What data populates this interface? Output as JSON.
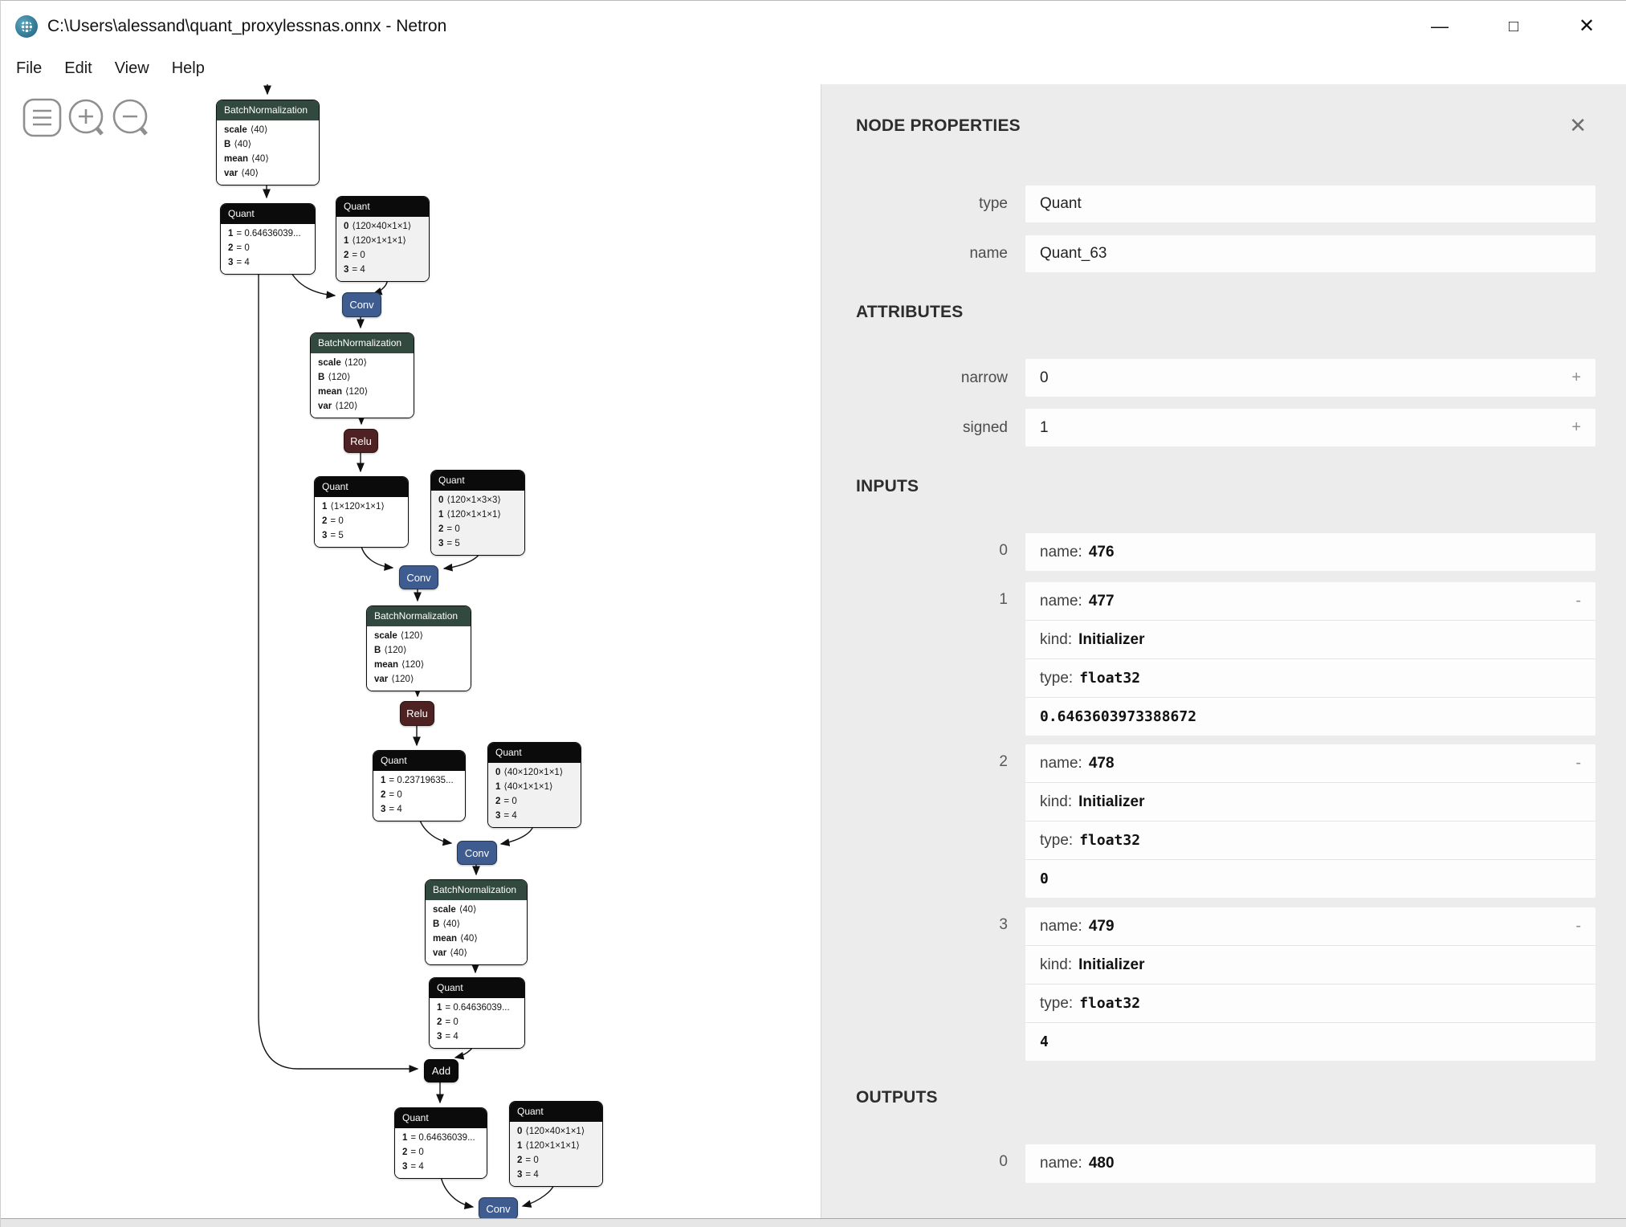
{
  "window": {
    "title": "C:\\Users\\alessand\\quant_proxylessnas.onnx - Netron",
    "minimize_glyph": "—",
    "maximize_glyph": "□",
    "close_glyph": "✕"
  },
  "menu": {
    "items": [
      "File",
      "Edit",
      "View",
      "Help"
    ]
  },
  "toolbar": {
    "icons": [
      "menu-icon",
      "zoom-in-icon",
      "zoom-out-icon"
    ]
  },
  "graph": {
    "nodes": [
      {
        "type": "BatchNormalization",
        "rows": [
          {
            "k": "scale",
            "v": "⟨40⟩"
          },
          {
            "k": "B",
            "v": "⟨40⟩"
          },
          {
            "k": "mean",
            "v": "⟨40⟩"
          },
          {
            "k": "var",
            "v": "⟨40⟩"
          }
        ]
      },
      {
        "type": "Quant",
        "rows": [
          {
            "k": "1",
            "v": "= 0.64636039..."
          },
          {
            "k": "2",
            "v": "= 0"
          },
          {
            "k": "3",
            "v": "= 4"
          }
        ]
      },
      {
        "type": "Quant",
        "rows": [
          {
            "k": "0",
            "v": "⟨120×40×1×1⟩"
          },
          {
            "k": "1",
            "v": "⟨120×1×1×1⟩"
          },
          {
            "k": "2",
            "v": "= 0"
          },
          {
            "k": "3",
            "v": "= 4"
          }
        ]
      },
      {
        "type": "BatchNormalization",
        "rows": [
          {
            "k": "scale",
            "v": "⟨120⟩"
          },
          {
            "k": "B",
            "v": "⟨120⟩"
          },
          {
            "k": "mean",
            "v": "⟨120⟩"
          },
          {
            "k": "var",
            "v": "⟨120⟩"
          }
        ]
      },
      {
        "type": "Quant",
        "rows": [
          {
            "k": "1",
            "v": "⟨1×120×1×1⟩"
          },
          {
            "k": "2",
            "v": "= 0"
          },
          {
            "k": "3",
            "v": "= 5"
          }
        ]
      },
      {
        "type": "Quant",
        "rows": [
          {
            "k": "0",
            "v": "⟨120×1×3×3⟩"
          },
          {
            "k": "1",
            "v": "⟨120×1×1×1⟩"
          },
          {
            "k": "2",
            "v": "= 0"
          },
          {
            "k": "3",
            "v": "= 5"
          }
        ]
      },
      {
        "type": "BatchNormalization",
        "rows": [
          {
            "k": "scale",
            "v": "⟨120⟩"
          },
          {
            "k": "B",
            "v": "⟨120⟩"
          },
          {
            "k": "mean",
            "v": "⟨120⟩"
          },
          {
            "k": "var",
            "v": "⟨120⟩"
          }
        ]
      },
      {
        "type": "Quant",
        "rows": [
          {
            "k": "1",
            "v": "= 0.23719635..."
          },
          {
            "k": "2",
            "v": "= 0"
          },
          {
            "k": "3",
            "v": "= 4"
          }
        ]
      },
      {
        "type": "Quant",
        "rows": [
          {
            "k": "0",
            "v": "⟨40×120×1×1⟩"
          },
          {
            "k": "1",
            "v": "⟨40×1×1×1⟩"
          },
          {
            "k": "2",
            "v": "= 0"
          },
          {
            "k": "3",
            "v": "= 4"
          }
        ]
      },
      {
        "type": "BatchNormalization",
        "rows": [
          {
            "k": "scale",
            "v": "⟨40⟩"
          },
          {
            "k": "B",
            "v": "⟨40⟩"
          },
          {
            "k": "mean",
            "v": "⟨40⟩"
          },
          {
            "k": "var",
            "v": "⟨40⟩"
          }
        ]
      },
      {
        "type": "Quant",
        "rows": [
          {
            "k": "1",
            "v": "= 0.64636039..."
          },
          {
            "k": "2",
            "v": "= 0"
          },
          {
            "k": "3",
            "v": "= 4"
          }
        ]
      },
      {
        "type": "Quant",
        "rows": [
          {
            "k": "1",
            "v": "= 0.64636039..."
          },
          {
            "k": "2",
            "v": "= 0"
          },
          {
            "k": "3",
            "v": "= 4"
          }
        ]
      },
      {
        "type": "Quant",
        "rows": [
          {
            "k": "0",
            "v": "⟨120×40×1×1⟩"
          },
          {
            "k": "1",
            "v": "⟨120×1×1×1⟩"
          },
          {
            "k": "2",
            "v": "= 0"
          },
          {
            "k": "3",
            "v": "= 4"
          }
        ]
      }
    ],
    "ops": [
      {
        "label": "Conv"
      },
      {
        "label": "Relu"
      },
      {
        "label": "Conv"
      },
      {
        "label": "Relu"
      },
      {
        "label": "Conv"
      },
      {
        "label": "Add"
      },
      {
        "label": "Conv"
      }
    ]
  },
  "panel": {
    "title": "NODE PROPERTIES",
    "close_glyph": "✕",
    "properties": [
      {
        "label": "type",
        "value": "Quant"
      },
      {
        "label": "name",
        "value": "Quant_63"
      }
    ],
    "attributes_title": "ATTRIBUTES",
    "attributes": [
      {
        "label": "narrow",
        "value": "0",
        "expander": "+"
      },
      {
        "label": "signed",
        "value": "1",
        "expander": "+"
      }
    ],
    "inputs_title": "INPUTS",
    "inputs": [
      {
        "index": "0",
        "name_label": "name:",
        "name": "476"
      },
      {
        "index": "1",
        "name_label": "name:",
        "name": "477",
        "expander": "-",
        "kind_label": "kind:",
        "kind": "Initializer",
        "type_label": "type:",
        "type": "float32",
        "value": "0.6463603973388672"
      },
      {
        "index": "2",
        "name_label": "name:",
        "name": "478",
        "expander": "-",
        "kind_label": "kind:",
        "kind": "Initializer",
        "type_label": "type:",
        "type": "float32",
        "value": "0"
      },
      {
        "index": "3",
        "name_label": "name:",
        "name": "479",
        "expander": "-",
        "kind_label": "kind:",
        "kind": "Initializer",
        "type_label": "type:",
        "type": "float32",
        "value": "4"
      }
    ],
    "outputs_title": "OUTPUTS",
    "outputs": [
      {
        "index": "0",
        "name_label": "name:",
        "name": "480"
      }
    ]
  }
}
